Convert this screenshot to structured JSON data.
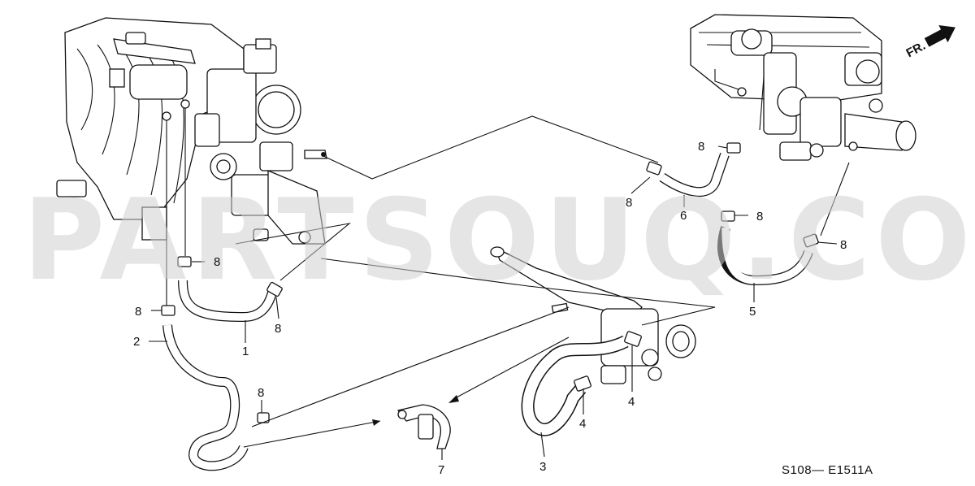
{
  "watermark": "PARTSOUQ.COM",
  "direction": {
    "label": "FR."
  },
  "diagram_code": "S108— E1511A",
  "callouts": {
    "c1": "1",
    "c2": "2",
    "c3": "3",
    "c4a": "4",
    "c4b": "4",
    "c5": "5",
    "c6": "6",
    "c7": "7",
    "c8a": "8",
    "c8b": "8",
    "c8c": "8",
    "c8d": "8",
    "c8e": "8",
    "c8f": "8",
    "c8g": "8",
    "c8h": "8"
  }
}
